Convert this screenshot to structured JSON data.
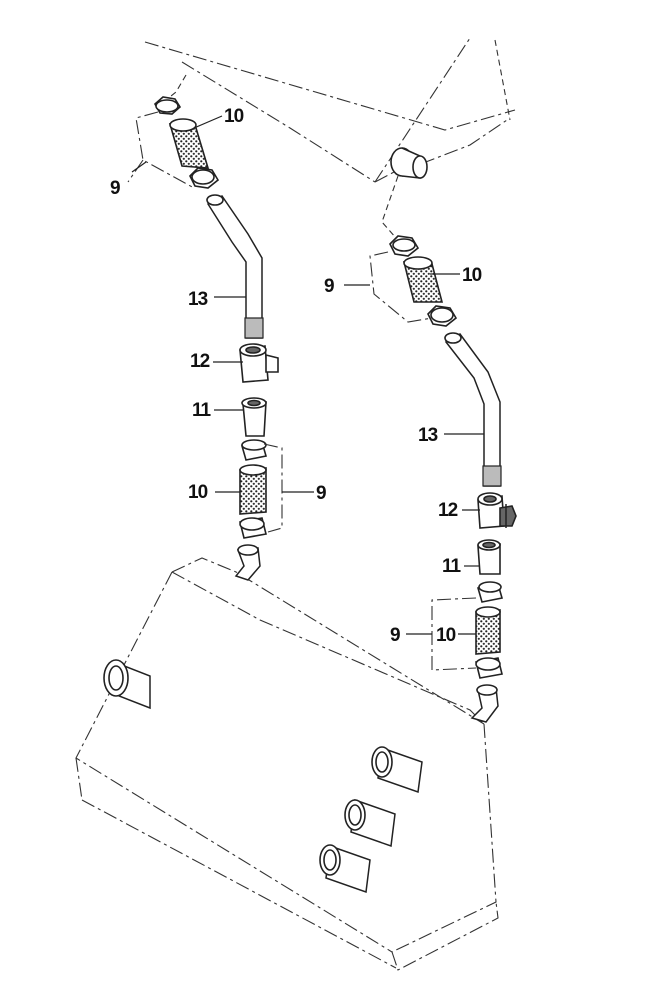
{
  "callouts": {
    "left": {
      "n9_top": "9",
      "n10_top": "10",
      "n13": "13",
      "n12": "12",
      "n11": "11",
      "n10_bottom": "10",
      "n9_bottom": "9"
    },
    "right": {
      "n9_top": "9",
      "n10_top": "10",
      "n13": "13",
      "n12": "12",
      "n11": "11",
      "n9_bottom": "9",
      "n10_bottom": "10"
    }
  }
}
